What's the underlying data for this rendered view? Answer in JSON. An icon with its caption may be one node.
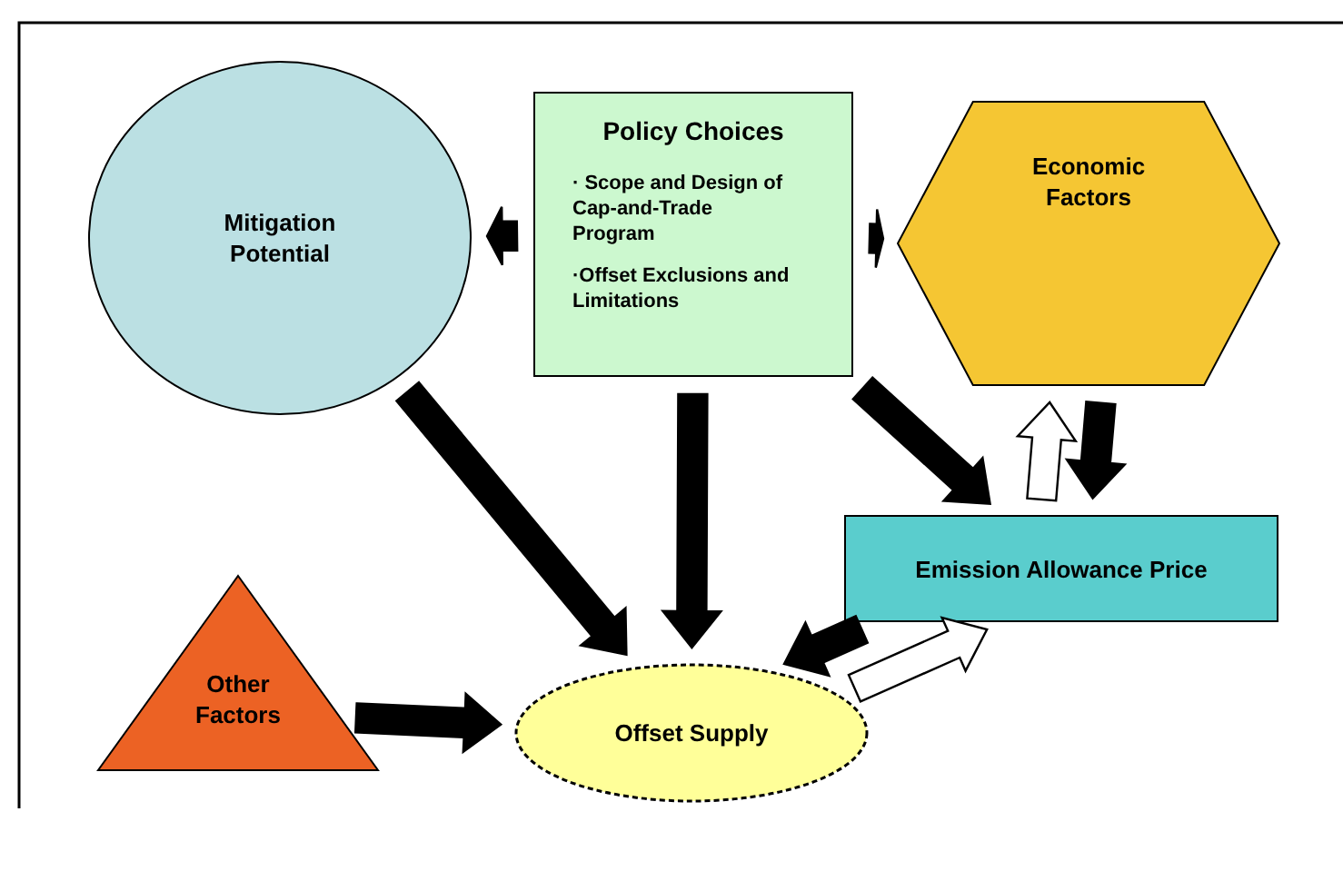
{
  "diagram": {
    "nodes": [
      {
        "text": [
          "Mitigation Potential"
        ]
      },
      {
        "text": [
          "Policy Choices",
          "· Scope and Design of Cap-and-Trade Program",
          "·Offset Exclusions and Limitations"
        ]
      },
      {
        "text": [
          "Economic Factors"
        ]
      },
      {
        "text": [
          "Emission Allowance Price"
        ]
      },
      {
        "text": [
          "Other Factors"
        ]
      },
      {
        "text": [
          "Offset Supply"
        ]
      }
    ],
    "edges": [
      {
        "from": 1,
        "to": 0,
        "arrow": "to",
        "style": "thick"
      },
      {
        "from": 1,
        "to": 2,
        "arrow": "to",
        "style": "thick"
      },
      {
        "from": 0,
        "to": 5,
        "arrow": "to",
        "style": "thick"
      },
      {
        "from": 1,
        "to": 5,
        "arrow": "to",
        "style": "thick"
      },
      {
        "from": 1,
        "to": 3,
        "arrow": "to",
        "style": "thick"
      },
      {
        "from": 2,
        "to": 3,
        "arrow": "to",
        "style": "thick"
      },
      {
        "from": 3,
        "to": 2,
        "arrow": "to",
        "style": "thick",
        "color": "#ffffff"
      },
      {
        "from": 4,
        "to": 5,
        "arrow": "to",
        "style": "thick"
      },
      {
        "from": 3,
        "to": 5,
        "arrow": "to",
        "style": "thick"
      },
      {
        "from": 5,
        "to": 3,
        "arrow": "to",
        "style": "thick",
        "color": "#ffffff"
      }
    ]
  }
}
